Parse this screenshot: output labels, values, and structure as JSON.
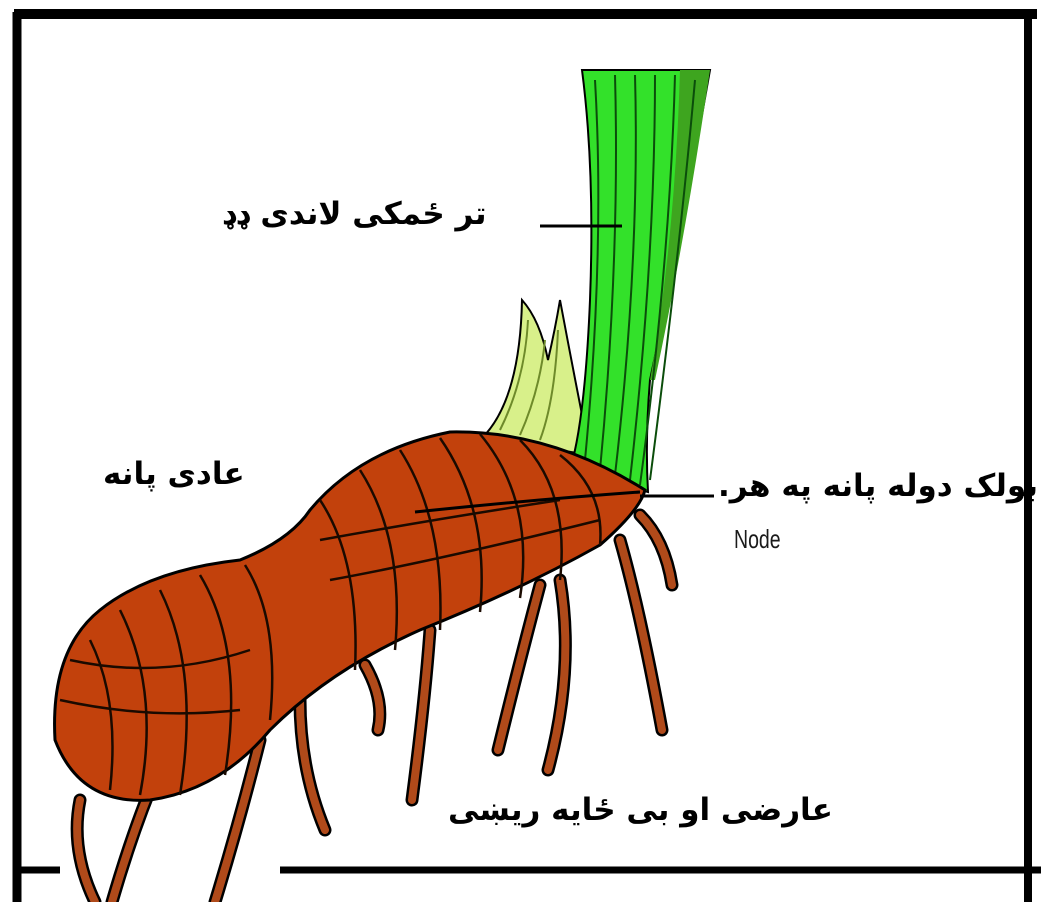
{
  "labels": {
    "underground_stem": "تر ځمکی لاندی ډډ",
    "rhizome": "عادی پانه",
    "node": "بولک دوله پانه په هر.",
    "node_en": "Node",
    "roots": "عارضی  او بی ځایه ریښی"
  },
  "colors": {
    "stem_green": "#33e12a",
    "stem_dark": "#3ea51f",
    "leaf_sheath": "#d8f08a",
    "rhizome_brown": "#c2410c",
    "root_brown": "#b04a1a",
    "outline": "#000000"
  }
}
